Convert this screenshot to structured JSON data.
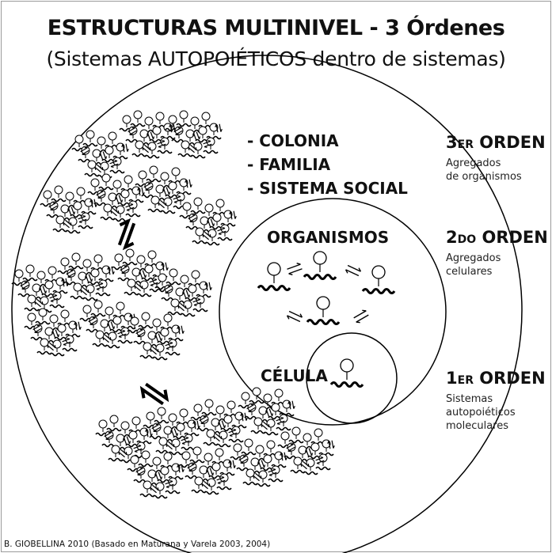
{
  "header": {
    "title": "ESTRUCTURAS MULTINIVEL - 3 Órdenes",
    "subtitle": "(Sistemas AUTOPOIÉTICOS dentro de sistemas)"
  },
  "third_order_list": [
    "- COLONIA",
    "- FAMILIA",
    "- SISTEMA SOCIAL"
  ],
  "circle_labels": {
    "organisms": "ORGANISMOS",
    "cell": "CÉLULA"
  },
  "orders": [
    {
      "num": "3",
      "suffix": "ER",
      "word": "ORDEN",
      "desc": [
        "Agregados",
        "de organismos"
      ]
    },
    {
      "num": "2",
      "suffix": "DO",
      "word": "ORDEN",
      "desc": [
        "Agregados",
        "celulares"
      ]
    },
    {
      "num": "1",
      "suffix": "ER",
      "word": "ORDEN",
      "desc": [
        "Sistemas",
        "autopoiéticos",
        "moleculares"
      ]
    }
  ],
  "credit": "B. GIOBELLINA 2010 (Basado en Maturana y Varela 2003, 2004)"
}
